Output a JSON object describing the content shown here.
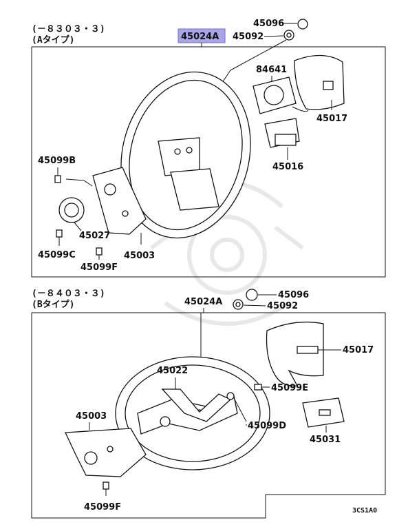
{
  "colors": {
    "ink": "#111111",
    "highlight": "#a9a6e8",
    "highlight_border": "#6f6bd0",
    "watermark": "#e6e6e6"
  },
  "sections": [
    {
      "range": "(－８３０３・３)",
      "type": "(Aタイプ)",
      "labels": {
        "highlighted": "45024A",
        "nut": "45096",
        "washer": "45092",
        "clock_spring": "84641",
        "pad": "45017",
        "switch": "45016",
        "bolt_b": "45099B",
        "ring": "45027",
        "bolt_c": "45099C",
        "bolt_f": "45099F",
        "lower_cover": "45003"
      }
    },
    {
      "range": "(－８４０３・３)",
      "type": "(Bタイプ)",
      "labels": {
        "wheel": "45024A",
        "nut": "45096",
        "washer": "45092",
        "pad": "45017",
        "bracket": "45022",
        "bolt_e": "45099E",
        "bolt_d": "45099D",
        "lower_cover": "45003",
        "emblem": "45031",
        "bolt_f": "45099F"
      }
    }
  ],
  "diagram_code": "3CS1A0"
}
